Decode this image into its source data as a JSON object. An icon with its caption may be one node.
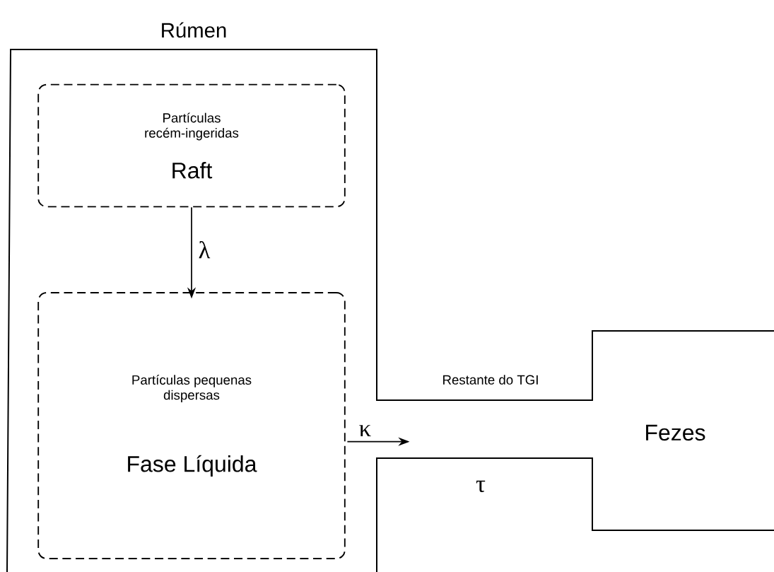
{
  "diagram": {
    "nodes": [
      {
        "text": [
          "Rúmen"
        ]
      },
      {
        "text": [
          "Partículas recém-ingeridas",
          "Raft"
        ],
        "in": 0
      },
      {
        "text": [
          "Partículas pequenas dispersas",
          "Fase Líquida"
        ],
        "in": 0
      }
    ],
    "edges": [
      {
        "from": 1,
        "to": 2,
        "arrow": "to",
        "label": "λ"
      },
      {
        "from": 2,
        "to": null,
        "arrow": "to",
        "label": "κ"
      }
    ],
    "labels": [
      "Restante do TGI",
      "τ",
      "Fezes"
    ]
  }
}
